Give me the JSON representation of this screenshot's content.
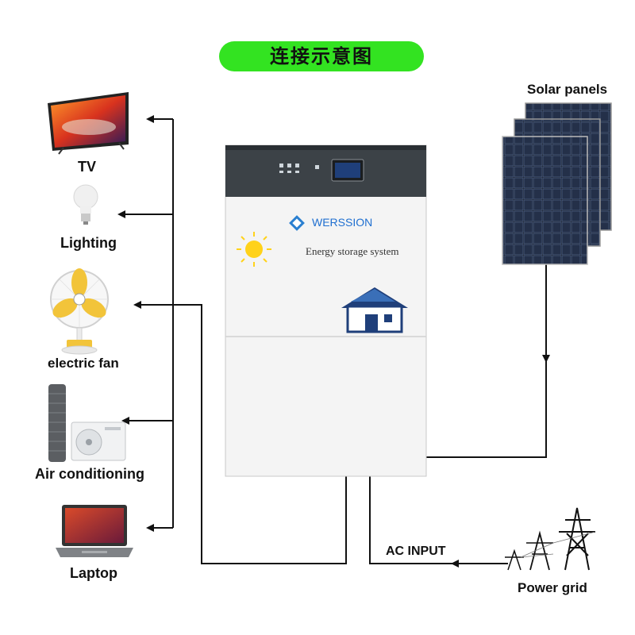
{
  "title": "连接示意图",
  "brand": "WERSSION",
  "system_label": "Energy storage system",
  "ac_input_label": "AC INPUT",
  "appliances": {
    "tv": "TV",
    "lighting": "Lighting",
    "fan": "electric fan",
    "ac": "Air conditioning",
    "laptop": "Laptop"
  },
  "sources": {
    "solar": "Solar panels",
    "grid": "Power grid"
  },
  "colors": {
    "title_bg": "#33e321",
    "unit_top": "#3c4247",
    "unit_body": "#f4f4f4",
    "wire": "#111111",
    "solar_panel": "#1d2636",
    "house": "#1f3f7a"
  }
}
